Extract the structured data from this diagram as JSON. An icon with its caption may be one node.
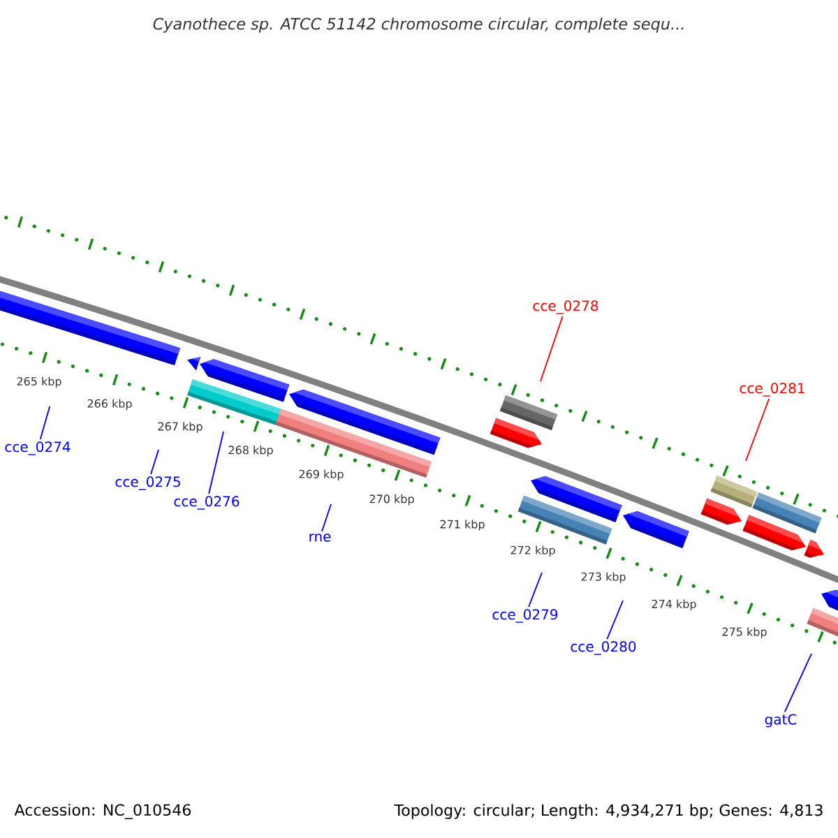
{
  "diagram": {
    "title": "Cyanothece sp. ATCC 51142 chromosome circular, complete sequ...",
    "nodes": [
      {
        "text": [
          "cce_0274"
        ]
      },
      {
        "text": [
          "cce_0275"
        ]
      },
      {
        "text": [
          "cce_0276"
        ]
      },
      {
        "text": [
          "rne"
        ]
      },
      {
        "text": [
          "cce_0279"
        ]
      },
      {
        "text": [
          "cce_0280"
        ]
      },
      {
        "text": [
          "gatC"
        ]
      },
      {
        "text": [
          "cce_0278"
        ]
      },
      {
        "text": [
          "cce_0281"
        ]
      }
    ],
    "edges": [
      {
        "from": 0,
        "to": null,
        "arrow": "none"
      },
      {
        "from": 1,
        "to": null,
        "arrow": "none"
      },
      {
        "from": 2,
        "to": null,
        "arrow": "none"
      },
      {
        "from": 3,
        "to": null,
        "arrow": "none"
      },
      {
        "from": 4,
        "to": null,
        "arrow": "none"
      },
      {
        "from": 5,
        "to": null,
        "arrow": "none"
      },
      {
        "from": 6,
        "to": null,
        "arrow": "none"
      },
      {
        "from": 7,
        "to": null,
        "arrow": "none",
        "color": "#ff0000"
      },
      {
        "from": 8,
        "to": null,
        "arrow": "none",
        "color": "#ff0000"
      }
    ],
    "labels": [
      "265 kbp",
      "266 kbp",
      "267 kbp",
      "268 kbp",
      "269 kbp",
      "270 kbp",
      "271 kbp",
      "272 kbp",
      "273 kbp",
      "274 kbp",
      "275 kbp",
      "Accession: NC_010546",
      "Topology: circular; Length: 4,934,271 bp; Genes: 4,813"
    ]
  }
}
